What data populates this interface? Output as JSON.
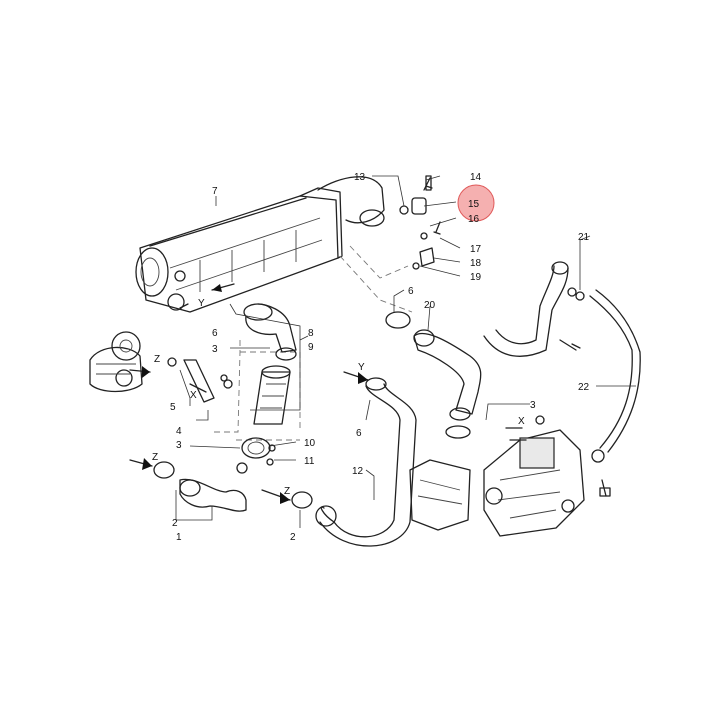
{
  "diagram": {
    "highlight_callout": "15",
    "highlight_color": "#f29595",
    "callouts": [
      {
        "id": "c1",
        "text": "1"
      },
      {
        "id": "c2a",
        "text": "2"
      },
      {
        "id": "c2b",
        "text": "2"
      },
      {
        "id": "c3a",
        "text": "3"
      },
      {
        "id": "c3b",
        "text": "3"
      },
      {
        "id": "c3c",
        "text": "3"
      },
      {
        "id": "c4",
        "text": "4"
      },
      {
        "id": "c5",
        "text": "5"
      },
      {
        "id": "c6a",
        "text": "6"
      },
      {
        "id": "c6b",
        "text": "6"
      },
      {
        "id": "c6c",
        "text": "6"
      },
      {
        "id": "c7",
        "text": "7"
      },
      {
        "id": "c8",
        "text": "8"
      },
      {
        "id": "c9",
        "text": "9"
      },
      {
        "id": "c10",
        "text": "10"
      },
      {
        "id": "c11",
        "text": "11"
      },
      {
        "id": "c12",
        "text": "12"
      },
      {
        "id": "c13",
        "text": "13"
      },
      {
        "id": "c14",
        "text": "14"
      },
      {
        "id": "c15",
        "text": "15"
      },
      {
        "id": "c16",
        "text": "16"
      },
      {
        "id": "c17",
        "text": "17"
      },
      {
        "id": "c18",
        "text": "18"
      },
      {
        "id": "c19",
        "text": "19"
      },
      {
        "id": "c20",
        "text": "20"
      },
      {
        "id": "c21",
        "text": "21"
      },
      {
        "id": "c22",
        "text": "22"
      }
    ],
    "view_markers": [
      {
        "id": "vY1",
        "text": "Y"
      },
      {
        "id": "vY2",
        "text": "Y"
      },
      {
        "id": "vX1",
        "text": "X"
      },
      {
        "id": "vX2",
        "text": "X"
      },
      {
        "id": "vZ1",
        "text": "Z"
      },
      {
        "id": "vZ2",
        "text": "Z"
      },
      {
        "id": "vZ3",
        "text": "Z"
      }
    ]
  }
}
